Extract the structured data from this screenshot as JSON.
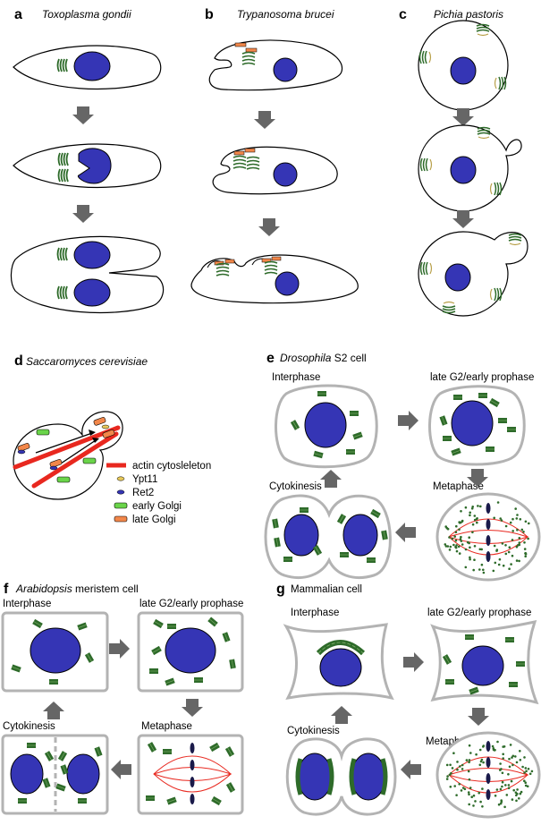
{
  "panels": {
    "a": {
      "letter": "a",
      "title": "Toxoplasma gondii"
    },
    "b": {
      "letter": "b",
      "title": "Trypanosoma brucei"
    },
    "c": {
      "letter": "c",
      "title": "Pichia pastoris"
    },
    "d": {
      "letter": "d",
      "title": "Saccaromyces cerevisiae",
      "legend": [
        "actin cytosleleton",
        "Ypt11",
        "Ret2",
        "early Golgi",
        "late Golgi"
      ]
    },
    "e": {
      "letter": "e",
      "title_italic": "Drosophila",
      "title_rest": " S2 cell",
      "stages": [
        "Interphase",
        "late G2/early prophase",
        "Metaphase",
        "Cytokinesis"
      ]
    },
    "f": {
      "letter": "f",
      "title_italic": "Arabidopsis",
      "title_rest": " meristem cell",
      "stages": [
        "Interphase",
        "late G2/early prophase",
        "Metaphase",
        "Cytokinesis"
      ]
    },
    "g": {
      "letter": "g",
      "title": "Mammalian cell",
      "stages": [
        "Interphase",
        "late G2/early prophase",
        "Metaphase",
        "Cytokinesis"
      ]
    }
  },
  "colors": {
    "nucleus": "#3535b5",
    "golgi": "#2e6b2a",
    "actin": "#e8281f",
    "ypt11": "#e8c95a",
    "ret2": "#3535b5",
    "early_golgi": "#6ad44a",
    "late_golgi": "#f2874a",
    "arrow": "#666666",
    "cell_outline_grey": "#b3b3b3"
  }
}
